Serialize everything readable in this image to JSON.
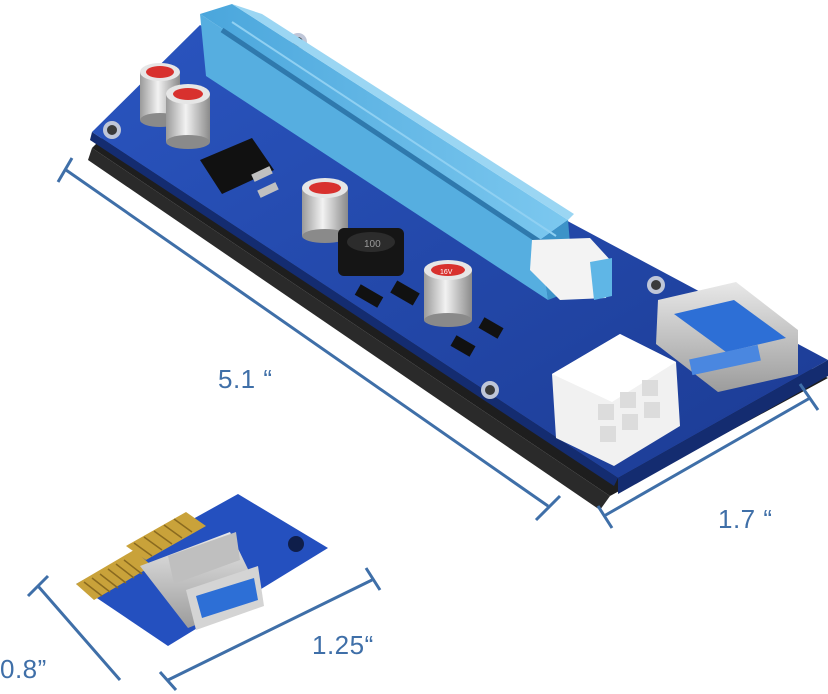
{
  "image": {
    "subject": "PCIe riser card kit",
    "background_color": "#ffffff",
    "accent_color": "#3f6fa8",
    "pcb_color": "#2447a8",
    "slot_color": "#5fb6e6"
  },
  "dimensions": {
    "riser_length": "5.1 “",
    "riser_width": "1.7 “",
    "adapter_width": "1.25“",
    "adapter_height": "0.8”"
  },
  "components": {
    "inductor_marking": "100",
    "capacitor_marking": "16V"
  }
}
